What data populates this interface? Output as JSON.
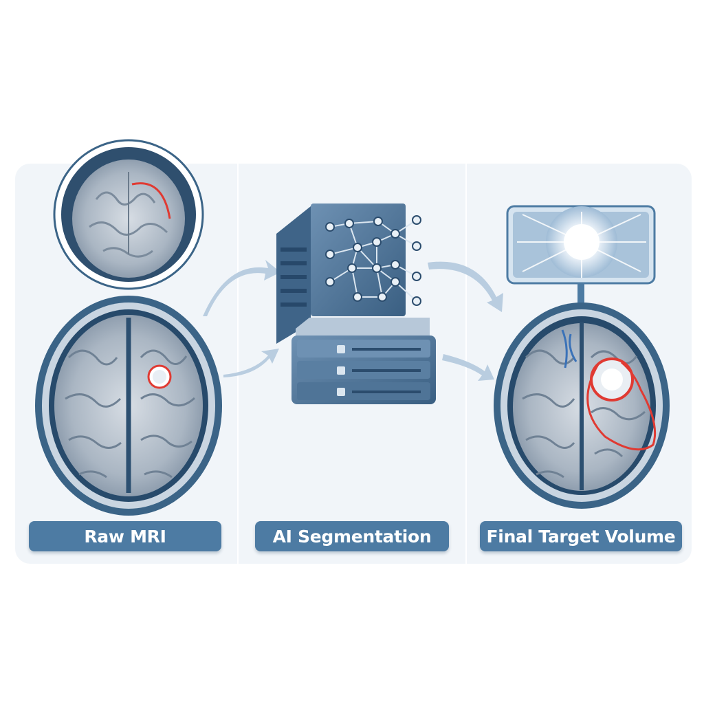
{
  "stages": [
    {
      "id": "raw",
      "label": "Raw MRI"
    },
    {
      "id": "ai",
      "label": "AI Segmentation"
    },
    {
      "id": "final",
      "label": "Final Target Volume"
    }
  ],
  "colors": {
    "panel_bg": "#f1f5f9",
    "label_bg": "#4d7ba3",
    "brain_outline": "#3b6487",
    "tumor_red": "#e03a32",
    "arrow": "#b9cde0"
  },
  "icons": [
    "mri-zoom-icon",
    "brain-axial-icon",
    "server-icon",
    "neural-network-icon",
    "glow-screen-icon"
  ]
}
